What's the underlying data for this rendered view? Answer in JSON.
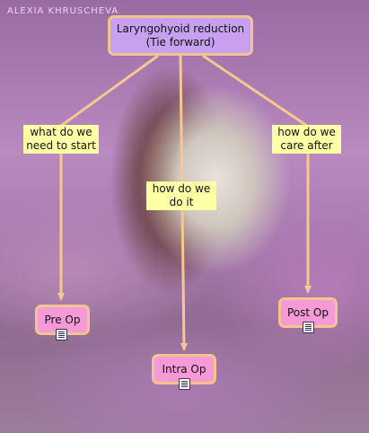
{
  "watermark": "ALEXIA KHRUSCHEVA",
  "root": {
    "line1": "Laryngohyoid reduction",
    "line2": "(Tie forward)"
  },
  "links": [
    {
      "label_line1": "what do we",
      "label_line2": "need to start",
      "target": "Pre Op"
    },
    {
      "label_line1": "how do we",
      "label_line2": "do it",
      "target": "Intra Op"
    },
    {
      "label_line1": "how do we",
      "label_line2": "care after",
      "target": "Post Op"
    }
  ],
  "nodes": {
    "pre": {
      "label": "Pre Op",
      "attachment_icon": "document-icon"
    },
    "intra": {
      "label": "Intra Op",
      "attachment_icon": "document-icon"
    },
    "post": {
      "label": "Post Op",
      "attachment_icon": "document-icon"
    }
  },
  "colors": {
    "root_fill": "#c7a0f0",
    "leaf_fill": "#f59ad6",
    "node_border": "#f2c58e",
    "connector": "#f6c890",
    "label_fill": "#ffffa6"
  }
}
